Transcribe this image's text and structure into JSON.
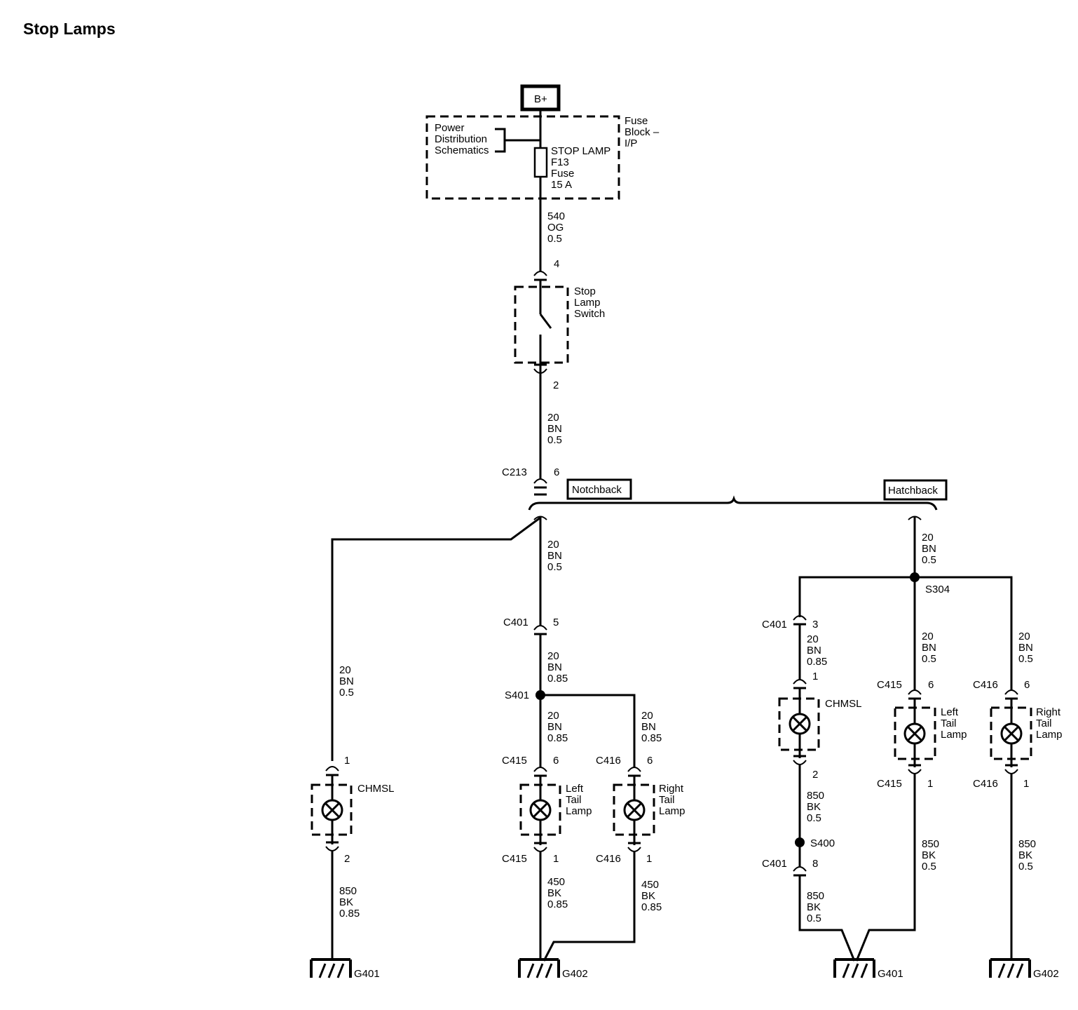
{
  "title": "Stop Lamps",
  "power_source": "B+",
  "fuse_block": {
    "name": [
      "Fuse",
      "Block –",
      "I/P"
    ],
    "reference": [
      "Power",
      "Distribution",
      "Schematics"
    ],
    "fuse": [
      "STOP LAMP",
      "F13",
      "Fuse",
      "15 A"
    ]
  },
  "switch": {
    "name": [
      "Stop",
      "Lamp",
      "Switch"
    ],
    "pin_in": "4",
    "pin_out": "2"
  },
  "wires": {
    "w540": [
      "540",
      "OG",
      "0.5"
    ],
    "w20_05": [
      "20",
      "BN",
      "0.5"
    ],
    "w20_085": [
      "20",
      "BN",
      "0.85"
    ],
    "w850_085": [
      "850",
      "BK",
      "0.85"
    ],
    "w850_05": [
      "850",
      "BK",
      "0.5"
    ],
    "w450_085": [
      "450",
      "BK",
      "0.85"
    ]
  },
  "connector_c213": {
    "name": "C213",
    "pin": "6"
  },
  "options": {
    "notchback": "Notchback",
    "hatchback": "Hatchback"
  },
  "components": {
    "chmsl": "CHMSL",
    "left_tail": [
      "Left",
      "Tail",
      "Lamp"
    ],
    "right_tail": [
      "Right",
      "Tail",
      "Lamp"
    ]
  },
  "connectors": {
    "c401": "C401",
    "c415": "C415",
    "c416": "C416"
  },
  "splices": {
    "s401": "S401",
    "s304": "S304",
    "s400": "S400"
  },
  "pins": {
    "p1": "1",
    "p2": "2",
    "p3": "3",
    "p5": "5",
    "p6": "6",
    "p8": "8"
  },
  "grounds": {
    "g401": "G401",
    "g402": "G402"
  }
}
